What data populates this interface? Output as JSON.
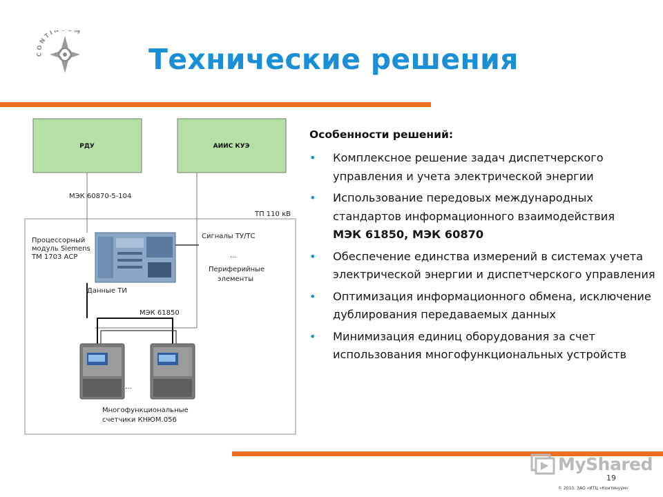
{
  "header": {
    "logo_text": "CONTINUUM",
    "title": "Технические решения"
  },
  "diagram": {
    "box_rdu": "РДУ",
    "box_aiis": "АИИС КУЭ",
    "label_mek104": "МЭК 60870-5-104",
    "label_tp": "ТП 110 кВ",
    "processor_line1": "Процессорный",
    "processor_line2": "модуль Siemens",
    "processor_line3": "ТМ 1703 АСР",
    "signals": "Сигналы ТУ/ТС",
    "dots": "...",
    "peripheral_line1": "Периферийные",
    "peripheral_line2": "элементы",
    "data_ti": "Данные ТИ",
    "label_mek61850": "МЭК 61850",
    "meters_line1": "Многофункциональные",
    "meters_line2": "счетчики КНЮМ.056"
  },
  "features": {
    "heading": "Особенности решений:",
    "items": [
      {
        "text": "Комплексное решение задач диспетчерского управления и учета электрической энергии"
      },
      {
        "text": "Использование передовых международных стандартов информационного взаимодействия",
        "bold": "МЭК 61850, МЭК 60870"
      },
      {
        "text": "Обеспечение единства измерений в системах учета электрической энергии и диспетчерского управления"
      },
      {
        "text": "Оптимизация информационного обмена, исключение дублирования передаваемых данных"
      },
      {
        "text": "Минимизация единиц оборудования за счет использования многофункциональных устройств"
      }
    ]
  },
  "footer": {
    "watermark": "MyShared",
    "page_number": "19",
    "copyright": "© 2010. ЗАО «ИТЦ «Континуум»"
  },
  "colors": {
    "accent_blue": "#1a8fd6",
    "accent_orange": "#ee6d1f",
    "box_green": "#b5e0a5"
  }
}
